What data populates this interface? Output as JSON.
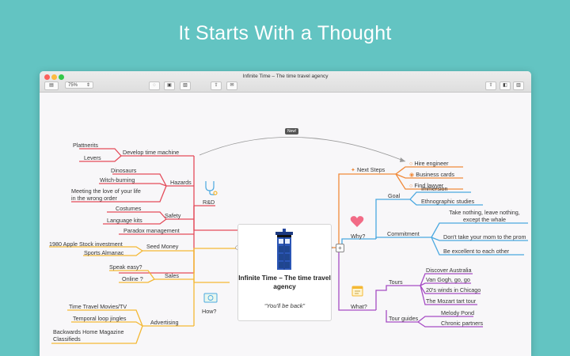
{
  "hero_title": "It Starts With a Thought",
  "window": {
    "title": "Infinite Time – The time travel agency",
    "zoom": "75%"
  },
  "popover_label": "New!",
  "central": {
    "title": "Infinite Time – The time travel agency",
    "subtitle": "“You'll be back”"
  },
  "colors": {
    "rnd": "#e44b5a",
    "how": "#f4b834",
    "next": "#f08a3a",
    "why": "#4aa8e0",
    "what": "#a64cc4",
    "accent_bg": "#63c4c2"
  },
  "branches": {
    "rnd": {
      "label": "R&D",
      "icon": "stethoscope-icon",
      "groups": {
        "develop": {
          "label": "Develop time machine",
          "items": [
            "Plattnerits",
            "Levers"
          ]
        },
        "hazards": {
          "label": "Hazards",
          "items": [
            "Dinosaurs",
            "Witch-burning",
            "Meeting the love of your life in the wrong order"
          ]
        },
        "safety": {
          "label": "Safety",
          "items": [
            "Costumes",
            "Language kits"
          ]
        },
        "paradox": {
          "label": "Paradox management"
        }
      }
    },
    "how": {
      "label": "How?",
      "icon": "money-icon",
      "groups": {
        "seed": {
          "label": "Seed Money",
          "items": [
            "1980 Apple Stock investment",
            "Sports Almanac"
          ]
        },
        "sales": {
          "label": "Sales",
          "items": [
            "Speak easy?",
            "Online ?"
          ]
        },
        "advertising": {
          "label": "Advertising",
          "items": [
            "Time Travel Movies/TV",
            "Temporal loop jingles",
            "Backwards Home Magazine Classifieds"
          ]
        }
      }
    },
    "next": {
      "label": "Next Steps",
      "items": [
        "Hire engineer",
        "Business cards",
        "Find lawyer"
      ]
    },
    "why": {
      "label": "Why?",
      "icon": "heart-icon",
      "groups": {
        "goal": {
          "label": "Goal",
          "items": [
            "Immersion",
            "Ethnographic studies"
          ]
        },
        "commitment": {
          "label": "Commitment",
          "items": [
            "Take nothing, leave nothing, except the whale",
            "Don't take your mom to the prom",
            "Be excellent to each other"
          ]
        }
      }
    },
    "what": {
      "label": "What?",
      "icon": "calendar-icon",
      "groups": {
        "tours": {
          "label": "Tours",
          "items": [
            "Discover Australia",
            "Van Gogh, go, go",
            "20's winds in Chicago",
            "The Mozart tart tour"
          ]
        },
        "guides": {
          "label": "Tour guides",
          "items": [
            "Melody Pond",
            "Chronic partners"
          ]
        }
      }
    }
  }
}
